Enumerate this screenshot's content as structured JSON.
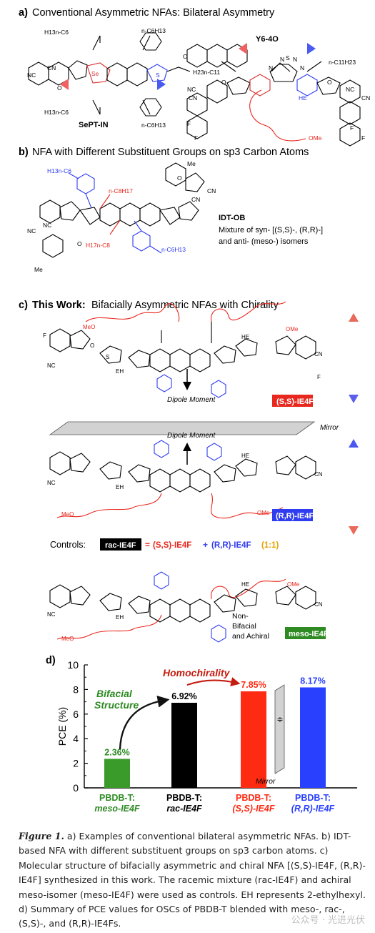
{
  "panel_a": {
    "title_letter": "a)",
    "title": "Conventional Asymmetric NFAs: Bilateral Asymmetry",
    "mol1_name": "SePT-IN",
    "mol1_labels": [
      "H13n-C6",
      "n-C6H13",
      "n-C6H13",
      "H13n-C6",
      "NC",
      "CN",
      "O",
      "O",
      "Se",
      "S"
    ],
    "mol2_name": "Y6-4O",
    "mol2_labels": [
      "H23n-C11",
      "n-C11H23",
      "HE",
      "N",
      "N",
      "S",
      "N",
      "N",
      "NC",
      "CN",
      "NC",
      "CN",
      "O",
      "O",
      "F",
      "F",
      "F",
      "F",
      "OMe"
    ]
  },
  "panel_b": {
    "title_letter": "b)",
    "title": "NFA with Different Substituent Groups on sp3 Carbon Atoms",
    "mol_name": "IDT-OB",
    "desc_line1": "Mixture of syn- [(S,S)-, (R,R)-]",
    "desc_line2": "and anti- (meso-) isomers",
    "labels": [
      "H13n-C6",
      "n-C6H13",
      "H17n-C8",
      "n-C8H17",
      "Me",
      "Me",
      "CN",
      "CN",
      "NC",
      "NC",
      "O",
      "O"
    ]
  },
  "panel_c": {
    "title_letter": "c)",
    "title_bold": "This Work:",
    "title_rest": "Bifacially Asymmetric NFAs with Chirality",
    "ss_label": "(S,S)-IE4F",
    "rr_label": "(R,R)-IE4F",
    "meso_label": "meso-IE4F",
    "dipole_label": "Dipole Moment",
    "mirror_label": "Mirror",
    "nonbifacial": "Non-\nBifacial\nand Achiral",
    "controls_label": "Controls:",
    "rac_label": "rac-IE4F",
    "eq": "=",
    "plus": "+",
    "ratio": "(1:1)",
    "atoms": [
      "MeO",
      "OMe",
      "EH",
      "HE",
      "NC",
      "CN",
      "F",
      "F",
      "O",
      "S"
    ]
  },
  "panel_d": {
    "title_letter": "d)"
  },
  "chart_data": {
    "type": "bar",
    "categories": [
      "PBDB-T:\nmeso-IE4F",
      "PBDB-T:\nrac-IE4F",
      "PBDB-T:\n(S,S)-IE4F",
      "PBDB-T:\n(R,R)-IE4F"
    ],
    "values": [
      2.36,
      6.92,
      7.85,
      8.17
    ],
    "value_labels": [
      "2.36%",
      "6.92%",
      "7.85%",
      "8.17%"
    ],
    "colors": [
      "#3a9a2a",
      "#000000",
      "#ff2a12",
      "#2a40ff"
    ],
    "ylabel": "PCE (%)",
    "ylim": [
      0,
      10
    ],
    "yticks": [
      0,
      2,
      4,
      6,
      8,
      10
    ],
    "annotations": [
      "Bifacial Structure",
      "Homochirality",
      "Mirror"
    ],
    "grid": false
  },
  "caption": {
    "label": "Figure 1.",
    "text": "a) Examples of conventional bilateral asymmetric NFAs. b) IDT-based NFA with different substituent groups on sp3 carbon atoms. c) Molecular structure of bifacially asymmetric and chiral NFA [(S,S)-IE4F, (R,R)-IE4F] synthesized in this work. The racemic mixture (rac-IE4F) and achiral meso-isomer (meso-IE4F) were used as controls. EH represents 2-ethylhexyl. d) Summary of PCE values for OSCs of PBDB-T blended with meso-, rac-, (S,S)-, and (R,R)-IE4Fs."
  },
  "watermark": "公众号 · 光进光伏",
  "colors": {
    "red": "#e8281e",
    "blue": "#2f3cf0",
    "green": "#2e8b23",
    "grey": "#d2d2d2"
  }
}
